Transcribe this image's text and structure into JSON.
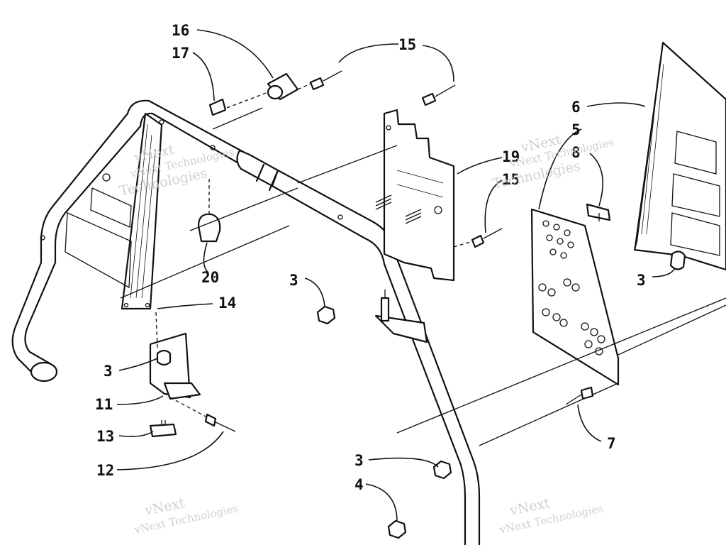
{
  "callouts": [
    {
      "id": "c16",
      "text": "16"
    },
    {
      "id": "c17",
      "text": "17"
    },
    {
      "id": "c15a",
      "text": "15"
    },
    {
      "id": "c6",
      "text": "6"
    },
    {
      "id": "c5",
      "text": "5"
    },
    {
      "id": "c8",
      "text": "8"
    },
    {
      "id": "c19",
      "text": "19"
    },
    {
      "id": "c15b",
      "text": "15"
    },
    {
      "id": "c20",
      "text": "20"
    },
    {
      "id": "c14",
      "text": "14"
    },
    {
      "id": "c3a",
      "text": "3"
    },
    {
      "id": "c3b",
      "text": "3"
    },
    {
      "id": "c3c",
      "text": "3"
    },
    {
      "id": "c11",
      "text": "11"
    },
    {
      "id": "c13",
      "text": "13"
    },
    {
      "id": "c12",
      "text": "12"
    },
    {
      "id": "c3d",
      "text": "3"
    },
    {
      "id": "c4",
      "text": "4"
    },
    {
      "id": "c7",
      "text": "7"
    }
  ],
  "watermark": {
    "line1": "vNext",
    "line2": "vNext Technologies",
    "line3": "Technologies"
  }
}
